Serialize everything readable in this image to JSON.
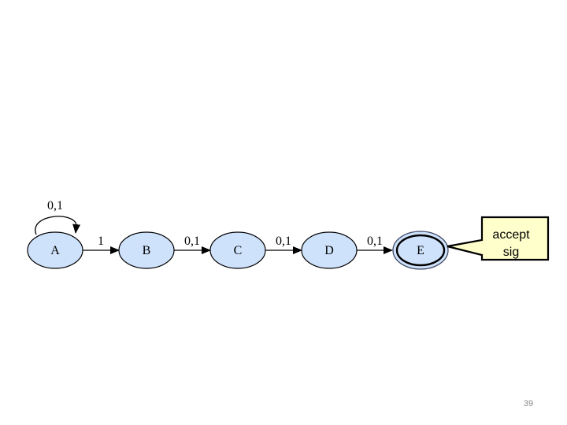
{
  "diagram": {
    "colors": {
      "state_fill": "#cfe2fb",
      "state_stroke": "#000000",
      "accept_ring": "#404a66",
      "callout_fill": "#ffffcc",
      "callout_stroke": "#000000"
    },
    "states": [
      {
        "id": "A",
        "label": "A"
      },
      {
        "id": "B",
        "label": "B"
      },
      {
        "id": "C",
        "label": "C"
      },
      {
        "id": "D",
        "label": "D"
      },
      {
        "id": "E",
        "label": "E",
        "accepting": true
      }
    ],
    "transitions": [
      {
        "from": "A",
        "to": "A",
        "label": "0,1"
      },
      {
        "from": "A",
        "to": "B",
        "label": "1"
      },
      {
        "from": "B",
        "to": "C",
        "label": "0,1"
      },
      {
        "from": "C",
        "to": "D",
        "label": "0,1"
      },
      {
        "from": "D",
        "to": "E",
        "label": "0,1"
      }
    ],
    "callout": {
      "line1": "accept",
      "line2": "sig"
    }
  },
  "page_number": "39"
}
